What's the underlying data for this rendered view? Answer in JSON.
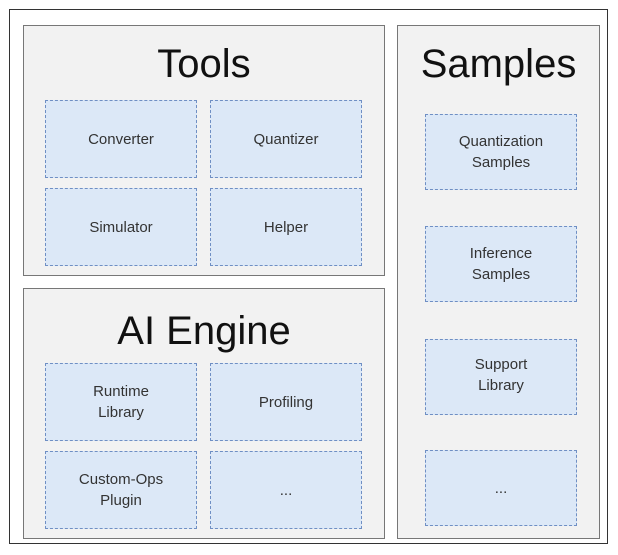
{
  "tools": {
    "title": "Tools",
    "items": [
      "Converter",
      "Quantizer",
      "Simulator",
      "Helper"
    ]
  },
  "ai_engine": {
    "title": "AI Engine",
    "items": [
      "Runtime\nLibrary",
      "Profiling",
      "Custom-Ops\nPlugin",
      "..."
    ]
  },
  "samples": {
    "title": "Samples",
    "items": [
      "Quantization\nSamples",
      "Inference\nSamples",
      "Support\nLibrary",
      "..."
    ]
  },
  "colors": {
    "panel_bg": "#f2f2f2",
    "box_bg": "#dce8f7",
    "box_border": "#6f8fc4"
  }
}
